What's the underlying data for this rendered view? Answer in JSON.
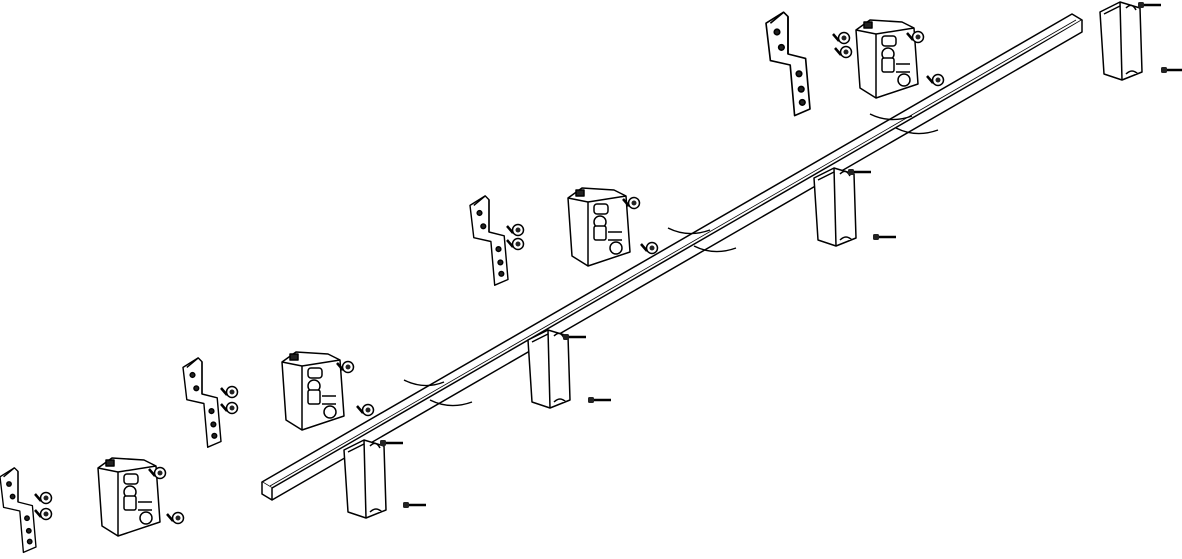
{
  "diagram": {
    "style": "exploded assembly line drawing",
    "colors": {
      "line": "#000000",
      "fill": "#ffffff",
      "dark": "#222222"
    },
    "parts": {
      "rail": {
        "icon": "rail-bar",
        "break_marks": 3
      },
      "clip_brackets": {
        "icon": "clip-bracket",
        "count": 4
      },
      "blocks": {
        "icon": "mounting-block",
        "count": 4
      },
      "hinge_plates": {
        "icon": "hinge-plate",
        "count": 4
      },
      "screws": {
        "icon": "screw"
      }
    }
  }
}
